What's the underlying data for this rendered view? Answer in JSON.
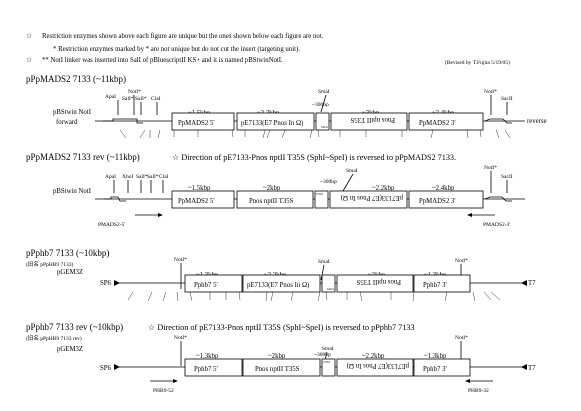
{
  "notes": {
    "line1": "Restriction enzymes shown above each figure are unique but the ones shown below each figure are not.",
    "line2": "* Restriction enzymes marked by * are not unique but do not cut the insert (targeting unit).",
    "line3": "** NotI linker was inserted into SalI of pBluescriptII KS+ and it is named pBStwinNotI.",
    "revised": "(Revised by T.Fujita 5/19/05)"
  },
  "constructs": [
    {
      "title": "pPpMADS2 7133 (~11kbp)",
      "vector": "pBStwin NotI",
      "left_end": "forward",
      "right_end": "reverse",
      "top_sites": [
        "ApaI",
        "NotI*",
        "SalI*",
        "SalI*",
        "ClaI",
        "SmaI",
        "NotI*",
        "SacII"
      ],
      "sizes": [
        "~1.5kbp",
        "~2.2kbp",
        "~300bp",
        "~2kbp",
        "~2.4kbp"
      ],
      "segments": [
        "PpMADS2 5'",
        "pE7133(E7 Pnos In Ω)",
        "T35S",
        "Pnos nptII T35S",
        "PpMADS2 3'"
      ]
    },
    {
      "title": "pPpMADS2 7133 rev (~11kbp)",
      "note": "☆ Direction of pE7133-Pnos nptII T35S (SphI~SpeI) is reversed to pPpMADS2 7133.",
      "vector": "pBStwin NotI",
      "top_sites": [
        "ApaI",
        "XhoI",
        "SalI*",
        "SalI*",
        "ClaI",
        "SmaI",
        "NotI*",
        "SacII"
      ],
      "sizes": [
        "~1.5kbp",
        "~2kbp",
        "~300bp",
        "~2.2kbp",
        "~2.4kbp"
      ],
      "segments": [
        "PpMADS2 5'",
        "Pnos nptII T35S",
        "T35S",
        "pE7133(E7 Pnos In Ω)",
        "PpMADS2 3'"
      ],
      "primer_left": "PMADS2-5'",
      "primer_right": "PMADS2-3'"
    },
    {
      "title": "pPphb7 7133 (~10kbp)",
      "subtitle": "(旧名 pPpHB9 7133)",
      "vector": "pGEM3Z",
      "left_end": "SP6",
      "right_end": "T7",
      "top_sites": [
        "NotI*",
        "SmaI",
        "NotI*"
      ],
      "sizes": [
        "~1.3kbp",
        "~2.2kbp",
        "~300bp",
        "~2kbp",
        "~1.3kbp"
      ],
      "segments": [
        "Pphb7 5'",
        "pE7133(E7 Pnos In Ω)",
        "T35S",
        "Pnos nptII T35S",
        "Pphb7 3'"
      ]
    },
    {
      "title": "pPphb7 7133 rev (~10kbp)",
      "subtitle": "(旧名 pPpHB9 7133 rev)",
      "note": "☆ Direction of pE7133-Pnos nptII T35S (SphI~SpeI) is reversed to pPphb7 7133",
      "vector": "pGEM3Z",
      "left_end": "SP6",
      "right_end": "T7",
      "top_sites": [
        "NotI*",
        "SmaI",
        "NotI*"
      ],
      "sizes": [
        "~1.3kbp",
        "~2kbp",
        "~300bp",
        "~2.2kbp",
        "~1.3kbp"
      ],
      "segments": [
        "Pphb7 5'",
        "Pnos nptII T35S",
        "T35S",
        "pE7133(E7 Pnos In Ω)",
        "Pphb7 3'"
      ],
      "primer_left": "PHB9-52",
      "primer_right": "PHB9-32"
    }
  ]
}
